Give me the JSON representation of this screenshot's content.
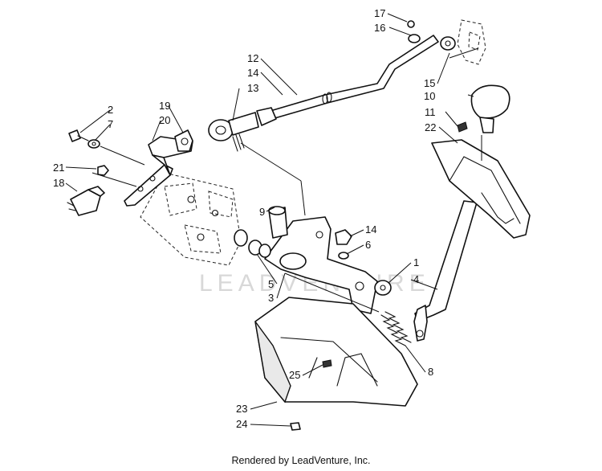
{
  "watermark": "LEADVENTURE",
  "footer": "Rendered by LeadVenture, Inc.",
  "callouts": {
    "c1": "1",
    "c2": "2",
    "c3": "3",
    "c4": "4",
    "c5": "5",
    "c6": "6",
    "c7": "7",
    "c8": "8",
    "c9": "9",
    "c10": "10",
    "c11": "11",
    "c12": "12",
    "c13": "13",
    "c14a": "14",
    "c14b": "14",
    "c15": "15",
    "c16": "16",
    "c17": "17",
    "c18": "18",
    "c19": "19",
    "c20": "20",
    "c21": "21",
    "c22": "22",
    "c23": "23",
    "c24": "24",
    "c25": "25"
  }
}
